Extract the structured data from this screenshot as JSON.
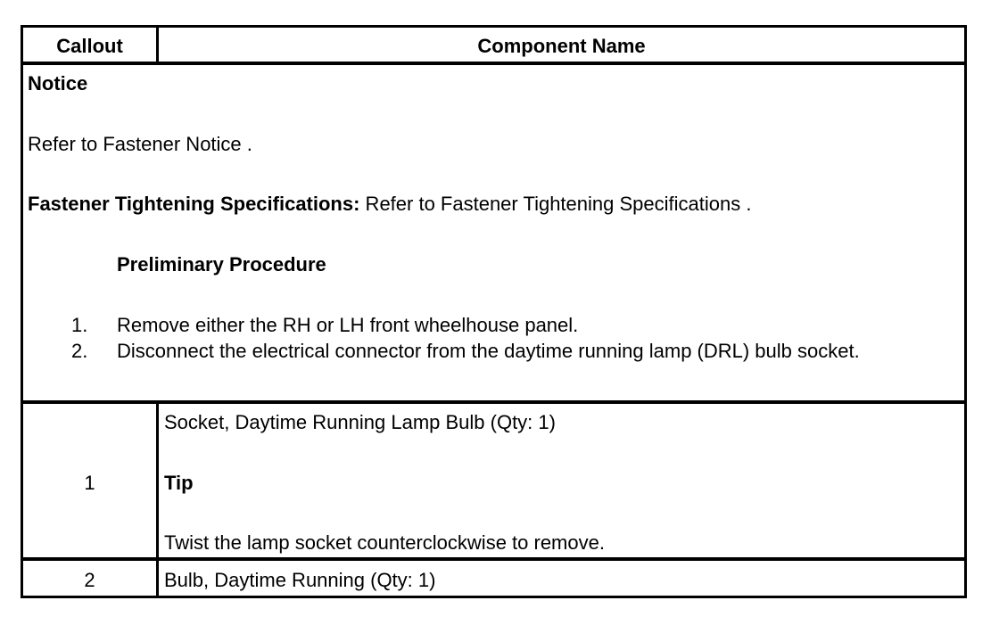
{
  "header": {
    "callout": "Callout",
    "component_name": "Component Name"
  },
  "notice_section": {
    "notice_heading": "Notice",
    "notice_text": "Refer to Fastener Notice .",
    "spec_label": "Fastener Tightening Specifications:",
    "spec_text": " Refer to Fastener Tightening Specifications .",
    "preliminary_heading": "Preliminary Procedure",
    "steps": [
      {
        "num": "1.",
        "text": "Remove either the RH or LH front wheelhouse panel."
      },
      {
        "num": "2.",
        "text": "Disconnect the electrical connector from the daytime running lamp (DRL) bulb socket."
      }
    ]
  },
  "rows": [
    {
      "callout": "1",
      "name": "Socket, Daytime Running Lamp Bulb (Qty: 1)",
      "tip_heading": "Tip",
      "tip_text": "Twist the lamp socket counterclockwise to remove."
    },
    {
      "callout": "2",
      "name": "Bulb, Daytime Running (Qty: 1)"
    }
  ]
}
